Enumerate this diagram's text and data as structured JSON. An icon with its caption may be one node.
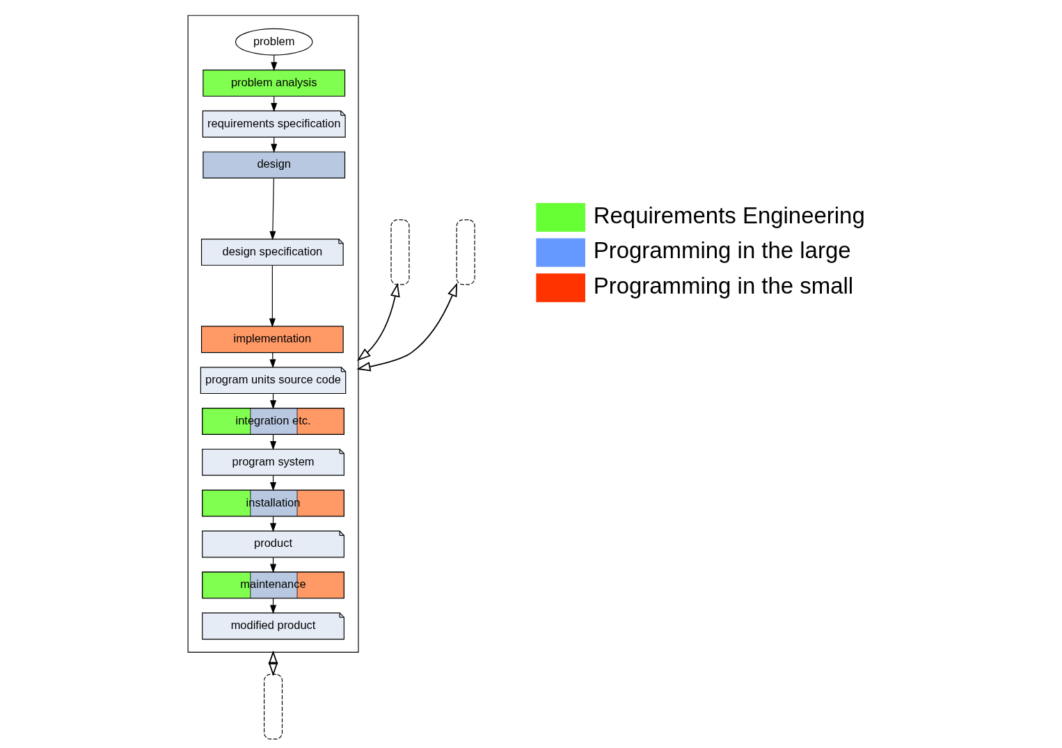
{
  "diagram": {
    "nodes": [
      {
        "text": [],
        "shape": "box"
      },
      {
        "text": [
          "problem"
        ],
        "in": 0
      },
      {
        "text": [
          "problem analysis"
        ],
        "in": 0
      },
      {
        "text": [
          "requirements specification"
        ],
        "in": 0
      },
      {
        "text": [
          "design"
        ],
        "in": 0
      },
      {
        "text": [
          "design specification"
        ],
        "in": 0
      },
      {
        "text": [
          "implementation"
        ],
        "in": 0
      },
      {
        "text": [
          "program units source code"
        ],
        "in": 0
      },
      {
        "text": [
          "integration etc."
        ],
        "in": 0
      },
      {
        "text": [
          "program system"
        ],
        "in": 0
      },
      {
        "text": [
          "installation"
        ],
        "in": 0
      },
      {
        "text": [
          "product"
        ],
        "in": 0
      },
      {
        "text": [
          "maintenance"
        ],
        "in": 0
      },
      {
        "text": [
          "modified product"
        ],
        "in": 0
      },
      {
        "text": [],
        "shape": "wave"
      },
      {
        "text": [],
        "shape": "wave"
      },
      {
        "text": [],
        "shape": "wave"
      }
    ],
    "edges": [
      {
        "from": 1,
        "to": 2,
        "arrow": "to"
      },
      {
        "from": 2,
        "to": 3,
        "arrow": "to"
      },
      {
        "from": 3,
        "to": 4,
        "arrow": "to"
      },
      {
        "from": 4,
        "to": 5,
        "arrow": "to"
      },
      {
        "from": 5,
        "to": 6,
        "arrow": "to"
      },
      {
        "from": 6,
        "to": 7,
        "arrow": "to"
      },
      {
        "from": 7,
        "to": 8,
        "arrow": "to"
      },
      {
        "from": 8,
        "to": 9,
        "arrow": "to"
      },
      {
        "from": 9,
        "to": 10,
        "arrow": "to"
      },
      {
        "from": 10,
        "to": 11,
        "arrow": "to"
      },
      {
        "from": 11,
        "to": 12,
        "arrow": "to"
      },
      {
        "from": 12,
        "to": 13,
        "arrow": "to"
      },
      {
        "from": 14,
        "to": 0,
        "arrow": "both"
      },
      {
        "from": 0,
        "to": 15,
        "arrow": "both"
      },
      {
        "from": 0,
        "to": 16,
        "arrow": "both"
      }
    ],
    "legend": [
      {
        "text": "Requirements Engineering",
        "color": "#66ff33"
      },
      {
        "text": "Programming in the large",
        "color": "#6699ff"
      },
      {
        "text": "Programming in the small",
        "color": "#ff3300"
      }
    ]
  }
}
